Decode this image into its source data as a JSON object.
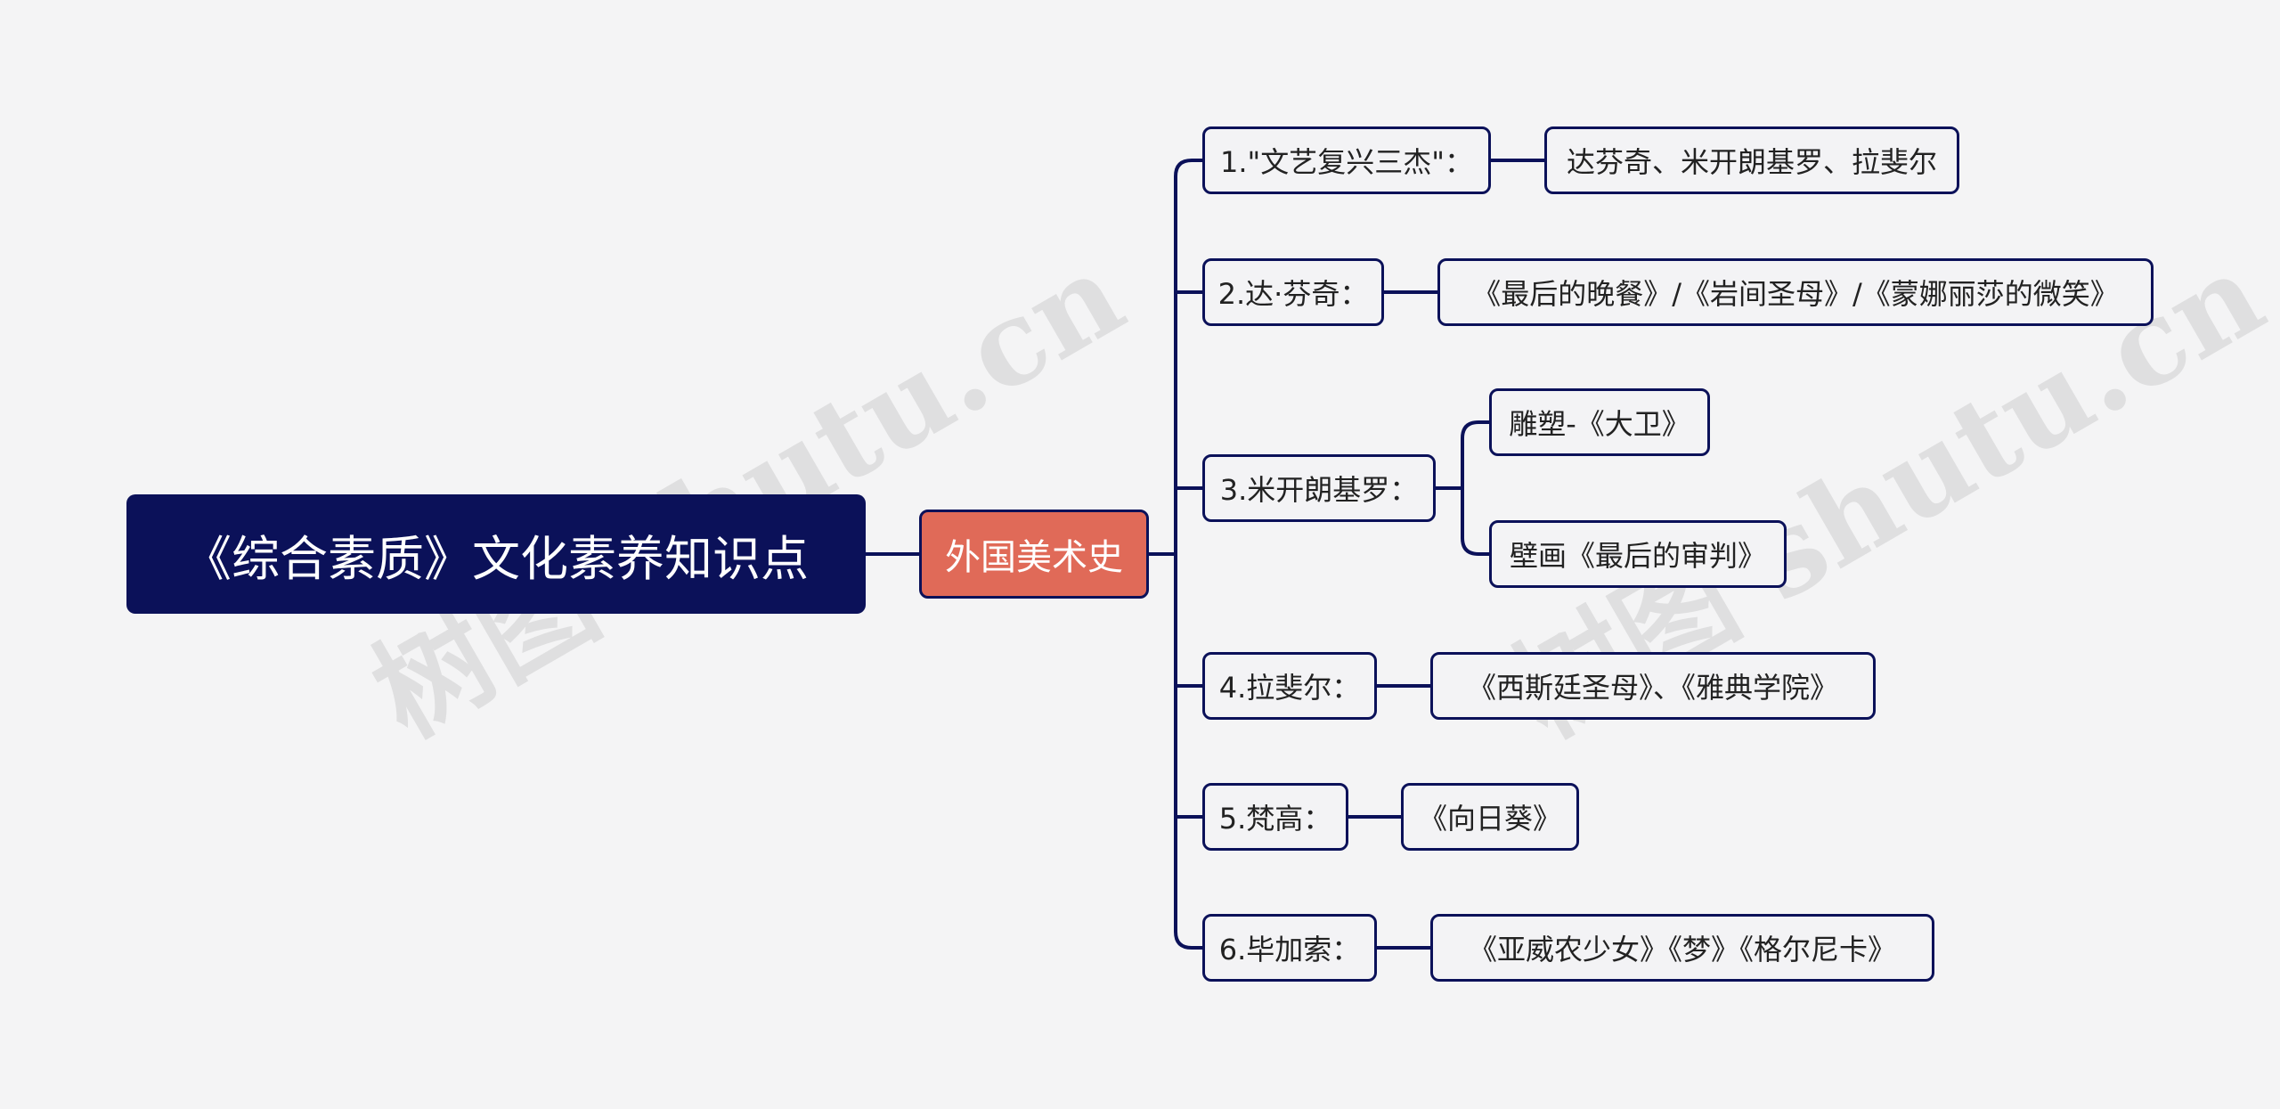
{
  "root": {
    "label": "《综合素质》文化素养知识点"
  },
  "main": {
    "label": "外国美术史"
  },
  "topics": [
    {
      "label": "1.\"文艺复兴三杰\"：",
      "children": [
        "达芬奇、米开朗基罗、拉斐尔"
      ]
    },
    {
      "label": "2.达·芬奇：",
      "children": [
        "《最后的晚餐》/《岩间圣母》/《蒙娜丽莎的微笑》"
      ]
    },
    {
      "label": "3.米开朗基罗：",
      "children": [
        "雕塑-《大卫》",
        "壁画《最后的审判》"
      ]
    },
    {
      "label": "4.拉斐尔：",
      "children": [
        "《西斯廷圣母》、《雅典学院》"
      ]
    },
    {
      "label": "5.梵高：",
      "children": [
        "《向日葵》"
      ]
    },
    {
      "label": "6.毕加索：",
      "children": [
        "《亚威农少女》《梦》《格尔尼卡》"
      ]
    }
  ],
  "watermark": {
    "text": "树图 shutu.cn"
  },
  "colors": {
    "root_bg": "#0b1159",
    "main_bg": "#e06a58",
    "line": "#0b1159",
    "background": "#f4f4f5"
  }
}
